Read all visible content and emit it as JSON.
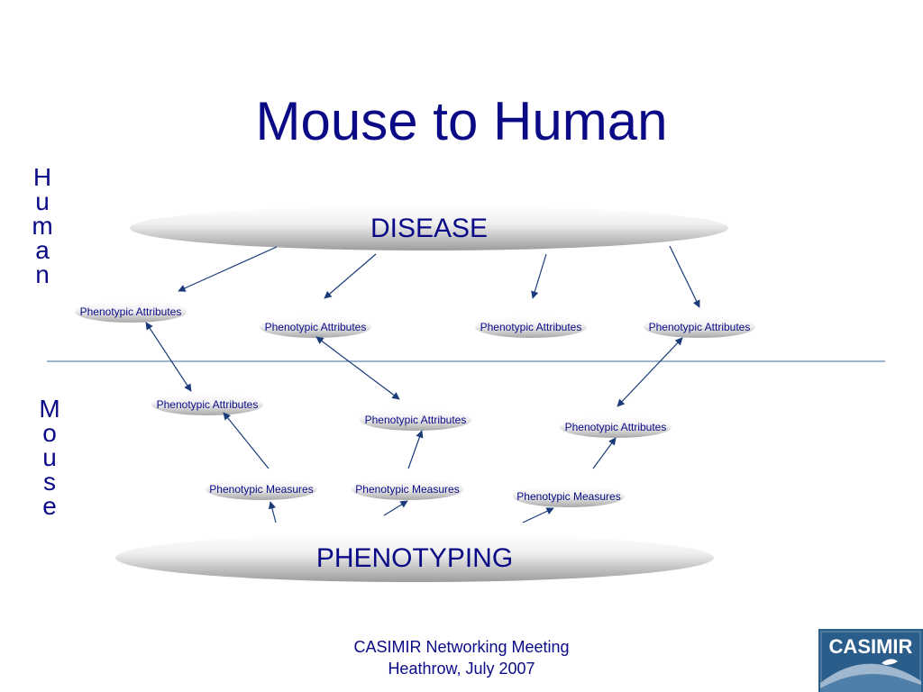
{
  "slide": {
    "title": "Mouse to Human",
    "side_label_top": "Human",
    "side_label_bottom": "Mouse"
  },
  "diagram": {
    "disease": "DISEASE",
    "phenotyping": "PHENOTYPING",
    "human_attributes": [
      "Phenotypic Attributes",
      "Phenotypic Attributes",
      "Phenotypic Attributes",
      "Phenotypic Attributes"
    ],
    "mouse_attributes": [
      "Phenotypic Attributes",
      "Phenotypic Attributes",
      "Phenotypic Attributes"
    ],
    "mouse_measures": [
      "Phenotypic Measures",
      "Phenotypic Measures",
      "Phenotypic Measures"
    ]
  },
  "footer": {
    "line1": "CASIMIR Networking Meeting",
    "line2": "Heathrow, July 2007"
  },
  "logo": {
    "text": "CASIMIR",
    "color": "#2b5d8a"
  },
  "colors": {
    "text": "#0a0a86",
    "arrow": "#1a3a7a",
    "divider": "#3a6a9a"
  }
}
